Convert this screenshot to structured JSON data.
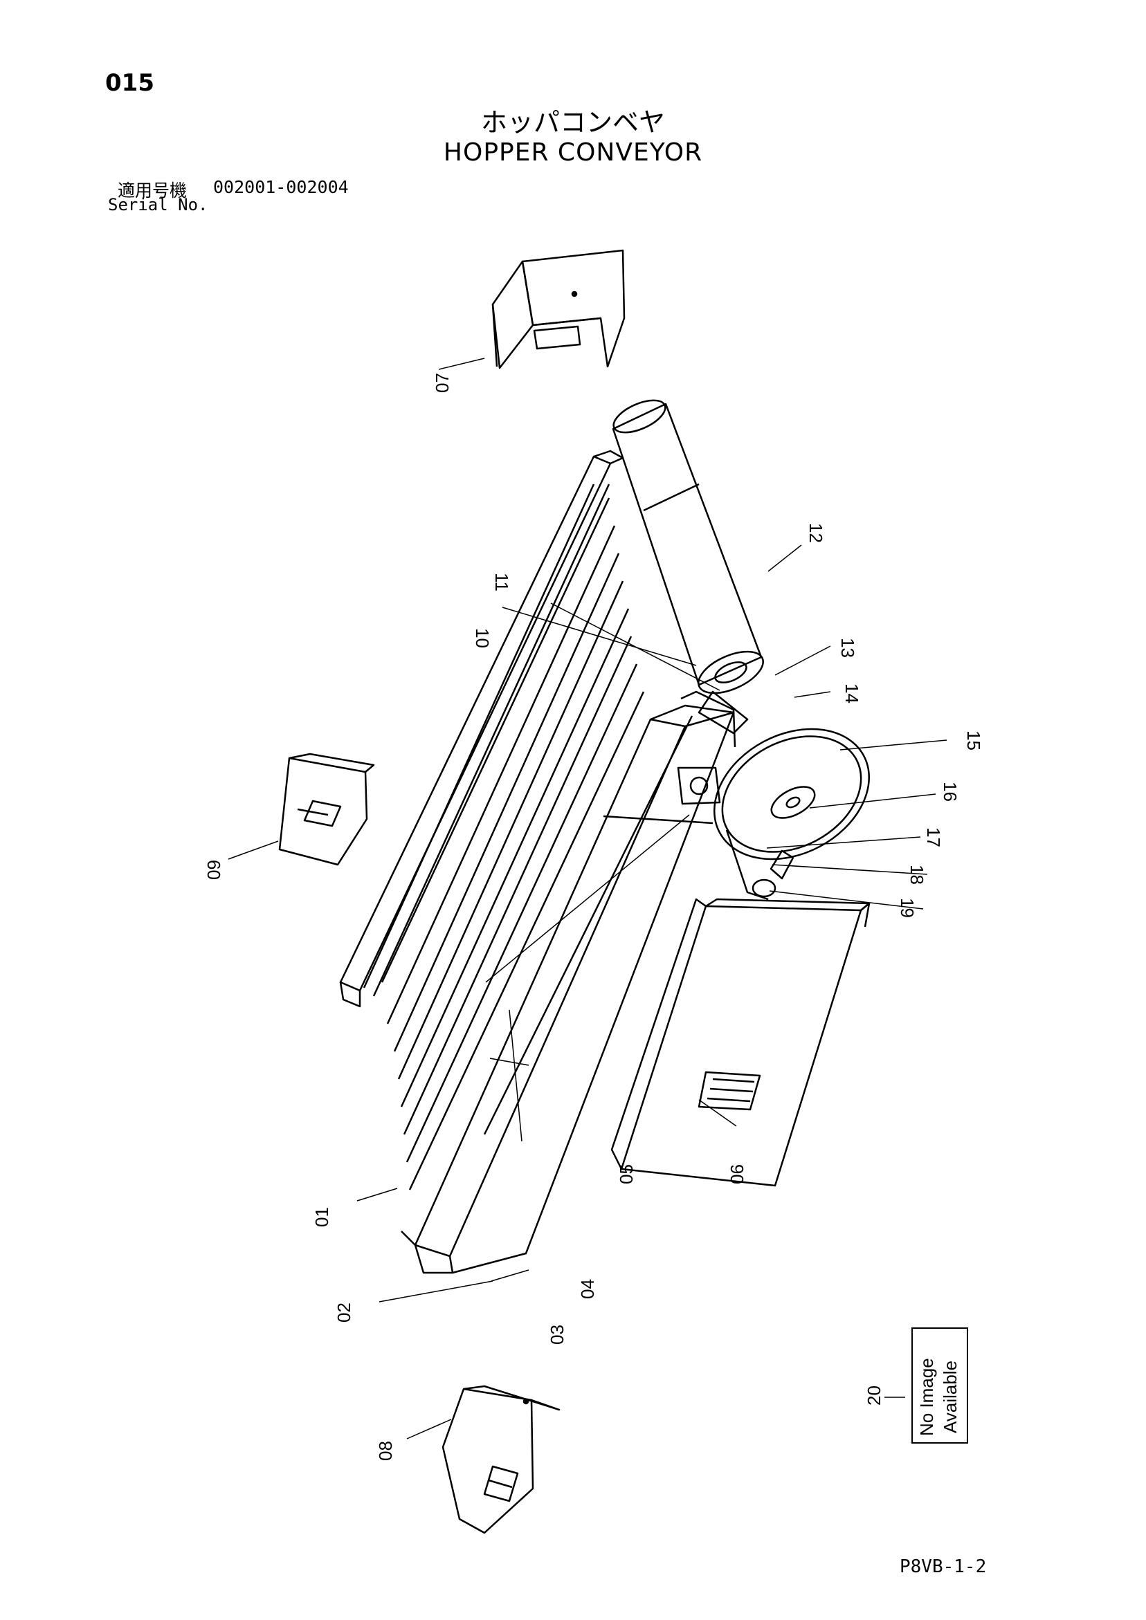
{
  "header": {
    "page_number": "015",
    "title_jp": "ホッパコンベヤ",
    "title_en": "HOPPER CONVEYOR",
    "serial_label_jp": "適用号機",
    "serial_range": "002001-002004",
    "serial_label_en": "Serial No."
  },
  "callouts": [
    {
      "id": "01",
      "label": "01"
    },
    {
      "id": "02",
      "label": "02"
    },
    {
      "id": "03",
      "label": "03"
    },
    {
      "id": "04",
      "label": "04"
    },
    {
      "id": "05",
      "label": "05"
    },
    {
      "id": "06",
      "label": "06"
    },
    {
      "id": "07",
      "label": "07"
    },
    {
      "id": "08",
      "label": "08"
    },
    {
      "id": "09",
      "label": "09"
    },
    {
      "id": "10",
      "label": "10"
    },
    {
      "id": "11",
      "label": "11"
    },
    {
      "id": "12",
      "label": "12"
    },
    {
      "id": "13",
      "label": "13"
    },
    {
      "id": "14",
      "label": "14"
    },
    {
      "id": "15",
      "label": "15"
    },
    {
      "id": "16",
      "label": "16"
    },
    {
      "id": "17",
      "label": "17"
    },
    {
      "id": "18",
      "label": "18"
    },
    {
      "id": "19",
      "label": "19"
    },
    {
      "id": "20",
      "label": "20"
    }
  ],
  "no_image": {
    "line1": "No Image",
    "line2": "Available"
  },
  "footer": {
    "doc_code": "P8VB-1-2"
  }
}
